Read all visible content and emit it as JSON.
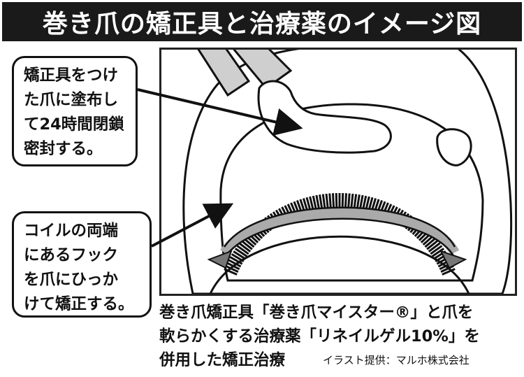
{
  "title": "巻き爪の矯正具と治療薬のイメージ図",
  "callouts": [
    {
      "lines": [
        "矯正具をつけ",
        "た爪に塗布し",
        "て24時間閉鎖",
        "密封する。"
      ]
    },
    {
      "lines": [
        "コイルの両端",
        "にあるフック",
        "を爪にひっか",
        "けて矯正する。"
      ]
    }
  ],
  "caption": {
    "lines": [
      "巻き爪矯正具「巻き爪マイスター®」と爪を",
      "軟らかくする治療薬「リネイルゲル10%」を",
      "併用した矯正治療"
    ]
  },
  "credit": "イラスト提供：マルホ株式会社",
  "colors": {
    "title_bg": "#1a1a1a",
    "title_fg": "#ffffff",
    "ink": "#111111",
    "gel_gray": "#aaaaaa",
    "hook_gray": "#777777"
  }
}
